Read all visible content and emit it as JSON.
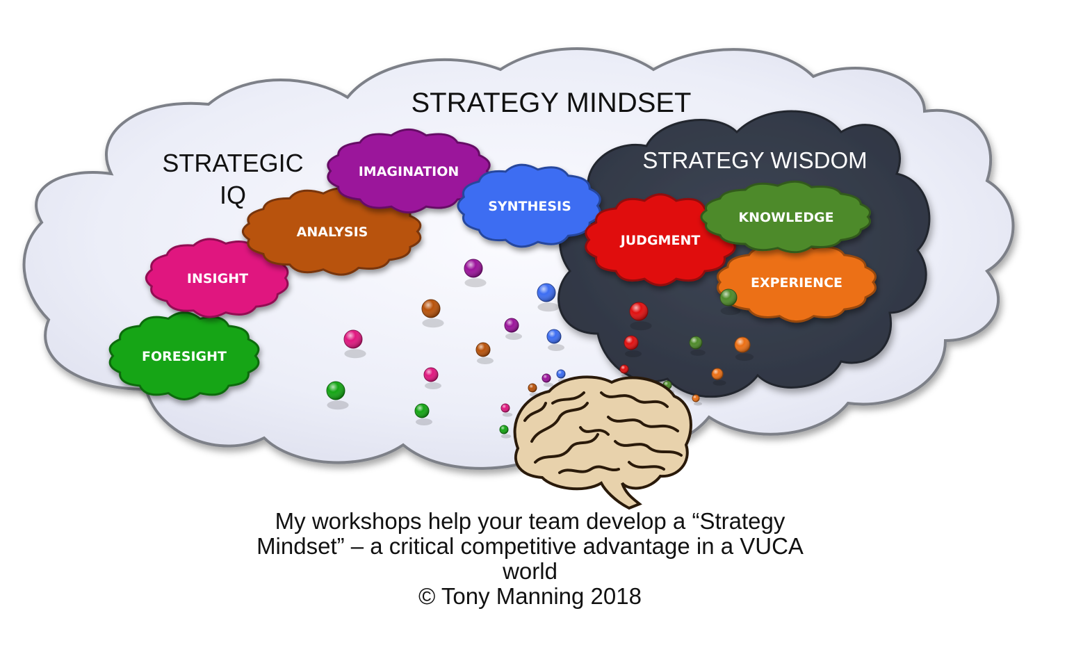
{
  "title": "STRATEGY MINDSET",
  "strategic_iq": {
    "line1": "STRATEGIC",
    "line2": "IQ"
  },
  "strategy_wisdom": "STRATEGY WISDOM",
  "bubbles": {
    "foresight": "FORESIGHT",
    "insight": "INSIGHT",
    "analysis": "ANALYSIS",
    "imagination": "IMAGINATION",
    "synthesis": "SYNTHESIS",
    "judgment": "JUDGMENT",
    "knowledge": "KNOWLEDGE",
    "experience": "EXPERIENCE"
  },
  "colors": {
    "foresight": "#14a514",
    "insight": "#e0177f",
    "analysis": "#b8520a",
    "imagination": "#9b139b",
    "synthesis": "#3c6df2",
    "judgment": "#e01010",
    "knowledge": "#4e8a2a",
    "experience": "#ec6f14",
    "wisdom_cloud": "#3a4150",
    "mindset_cloud": "#e9eaf4"
  },
  "caption": {
    "line1": "My workshops help your team develop a “Strategy",
    "line2": "Mindset” – a critical competitive advantage in a VUCA",
    "line3": "world",
    "line4": "© Tony Manning 2018"
  }
}
